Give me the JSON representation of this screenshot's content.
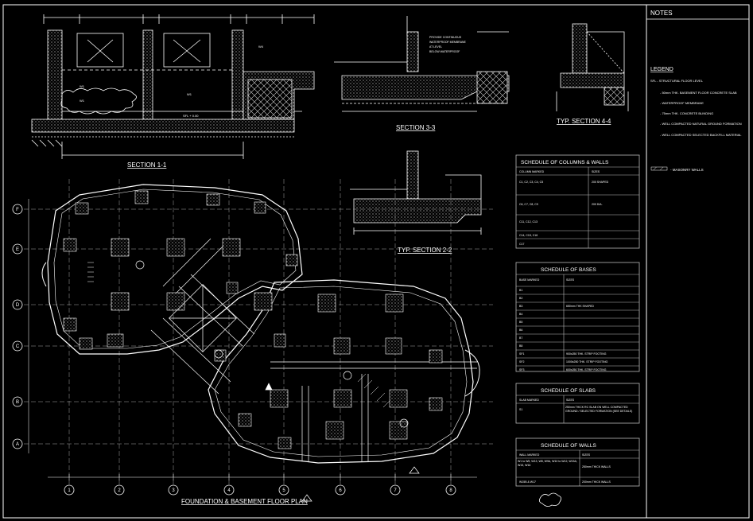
{
  "notes_panel": {
    "title": "NOTES",
    "legend_title": "LEGEND",
    "legend_items": [
      "SFL - STRUCTURAL FLOOR LEVEL",
      "- 50mm THK. BASEMENT FLOOR CONCRETE SLAB",
      "- WATERPROOF MEMBRANE",
      "- 75mm THK. CONCRETE BLINDING",
      "- WELL COMPACTED NATURAL GROUND FORMATION",
      "- WELL COMPACTED SELECTED BACKFILL MATERIAL"
    ],
    "masonry_label": "- MASONRY WALLS"
  },
  "titles": {
    "section_1_1": "SECTION 1-1",
    "section_3_3": "SECTION 3-3",
    "typ_section_4_4": "TYP. SECTION 4-4",
    "typ_section_2_2": "TYP. SECTION 2-2",
    "plan": "FOUNDATION & BASEMENT FLOOR PLAN"
  },
  "schedules": {
    "columns_walls": {
      "title": "SCHEDULE OF COLUMNS & WALLS",
      "headers": [
        "COLUMN MARKED",
        "SIZES"
      ],
      "rows": [
        [
          "C1, C2, C3, C4, C5",
          "200 SHAPED"
        ],
        [
          "C6, C7, C8, C9",
          "200 DIA."
        ],
        [
          "C11, C12, C13",
          ""
        ],
        [
          "C14, C15, C16",
          ""
        ],
        [
          "C17",
          ""
        ]
      ]
    },
    "bases": {
      "title": "SCHEDULE OF BASES",
      "headers": [
        "BASE MARKED",
        "SIZES"
      ],
      "rows": [
        [
          "B1",
          ""
        ],
        [
          "B2",
          ""
        ],
        [
          "B3",
          "650mm THK SHAPED"
        ],
        [
          "B4",
          ""
        ],
        [
          "B5",
          ""
        ],
        [
          "B6",
          ""
        ],
        [
          "B7",
          ""
        ],
        [
          "B8",
          ""
        ],
        [
          "SF1",
          "900x250 THK. STRIP FOOTING"
        ],
        [
          "SF2",
          "1000x250 THK. STRIP FOOTING"
        ],
        [
          "SF3",
          "600x250 THK. STRIP FOOTING"
        ]
      ]
    },
    "slabs": {
      "title": "SCHEDULE OF SLABS",
      "headers": [
        "SLAB MARKED",
        "SIZES"
      ],
      "rows": [
        [
          "S1",
          "250mm THICK RC SLAB ON WELL COMPACTED GROUND / SELECTED FORMATION (SEE DETAILS)"
        ]
      ]
    },
    "walls": {
      "title": "SCHEDULE OF WALLS",
      "headers": [
        "WALL MARKED",
        "SIZES"
      ],
      "rows": [
        [
          "W1 to W5, W13, W8, W9A, W10 to W12, W15A, W15, W16",
          "250mm THICK WALLS"
        ],
        [
          "W15B & W17",
          "200mm THICK WALLS"
        ]
      ]
    }
  },
  "grid": {
    "rows": [
      "F",
      "E",
      "D",
      "C",
      "B",
      "A"
    ],
    "cols": [
      "1",
      "2",
      "3",
      "4",
      "5",
      "6",
      "7",
      "8"
    ]
  },
  "colors": {
    "background": "#000000",
    "line": "#ffffff",
    "panel_line": "#bbbbbb"
  }
}
